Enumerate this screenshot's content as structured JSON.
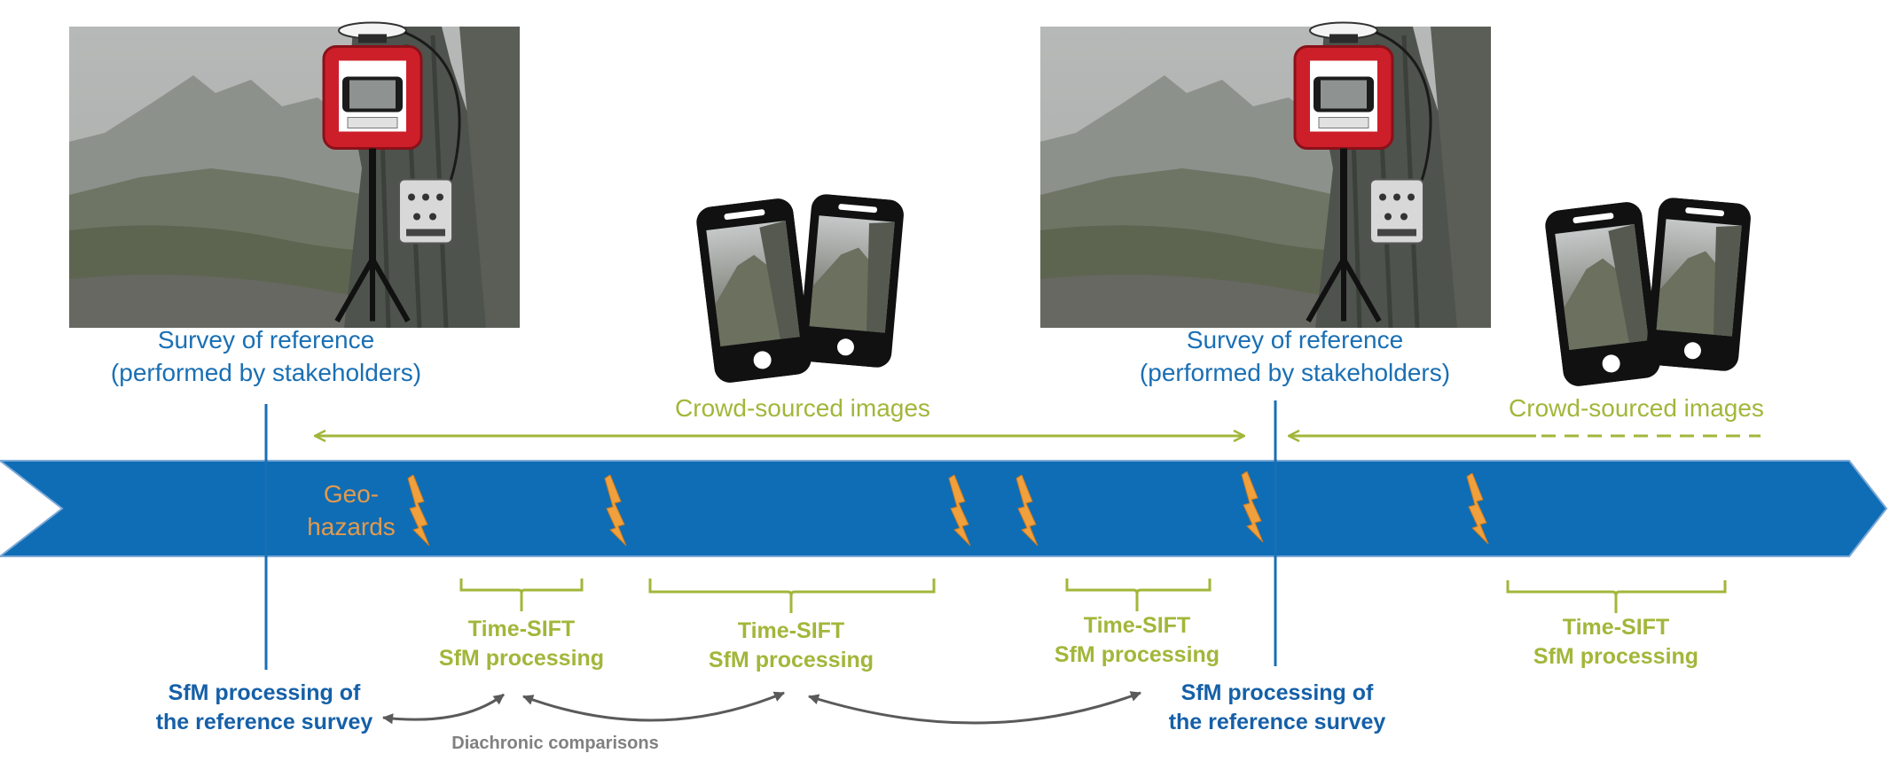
{
  "timeline": {
    "survey_label_1": "Survey of reference",
    "survey_label_2": "(performed by stakeholders)",
    "crowd_label": "Crowd-sourced images",
    "geohazards_line1": "Geo-",
    "geohazards_line2": "hazards",
    "timesift_line1": "Time-SIFT",
    "timesift_line2": "SfM processing",
    "sfm_ref_line1": "SfM processing of",
    "sfm_ref_line2": "the reference survey",
    "diachronic_label": "Diachronic comparisons"
  },
  "colors": {
    "arrow_fill": "#0e6db5",
    "survey_blue": "#1a6fb3",
    "crowd_green": "#a3b63a",
    "hazard_orange": "#f0a03c",
    "navy": "#1560a8",
    "grey": "#5a5a5a"
  },
  "icons": [
    "gnss-antenna-icon",
    "smartphone-icon",
    "lightning-icon",
    "data-logger-icon",
    "tripod-icon"
  ]
}
